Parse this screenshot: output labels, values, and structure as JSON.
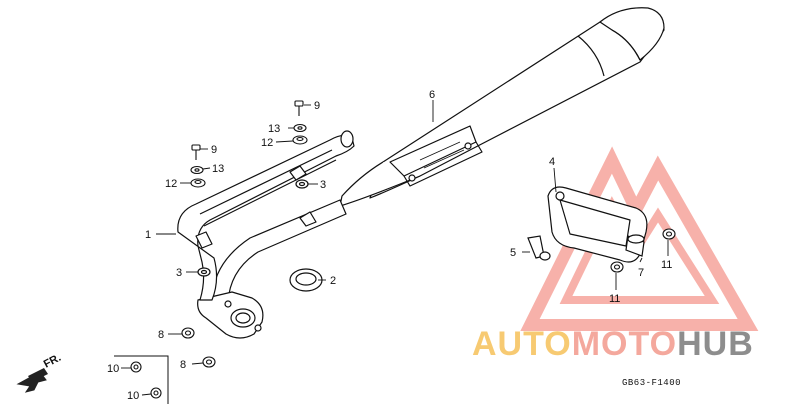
{
  "diagram": {
    "callouts": [
      {
        "id": "c1",
        "text": "1"
      },
      {
        "id": "c2",
        "text": "2"
      },
      {
        "id": "c3a",
        "text": "3"
      },
      {
        "id": "c3b",
        "text": "3"
      },
      {
        "id": "c4",
        "text": "4"
      },
      {
        "id": "c5",
        "text": "5"
      },
      {
        "id": "c6",
        "text": "6"
      },
      {
        "id": "c7",
        "text": "7"
      },
      {
        "id": "c8a",
        "text": "8"
      },
      {
        "id": "c8b",
        "text": "8"
      },
      {
        "id": "c9a",
        "text": "9"
      },
      {
        "id": "c9b",
        "text": "9"
      },
      {
        "id": "c10a",
        "text": "10"
      },
      {
        "id": "c10b",
        "text": "10"
      },
      {
        "id": "c11a",
        "text": "11"
      },
      {
        "id": "c11b",
        "text": "11"
      },
      {
        "id": "c12a",
        "text": "12"
      },
      {
        "id": "c12b",
        "text": "12"
      },
      {
        "id": "c13a",
        "text": "13"
      },
      {
        "id": "c13b",
        "text": "13"
      }
    ],
    "front_label": "FR.",
    "figure_code": "GB63-F1400"
  },
  "watermark": {
    "text_part1": "AUTO",
    "text_part2": "MOTO",
    "text_part3": "HUB",
    "colors": {
      "auto": "#f6c15a",
      "moto": "#f39a8c",
      "hub": "#7a7a7a",
      "triangle": "#f3867a"
    }
  }
}
